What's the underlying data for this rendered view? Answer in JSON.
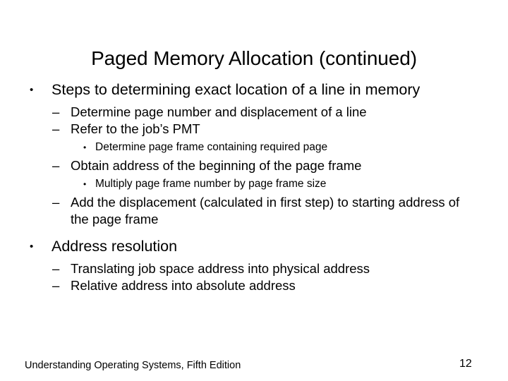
{
  "slide": {
    "title": "Paged Memory Allocation (continued)",
    "page_number": "12",
    "footer": "Understanding Operating Systems, Fifth Edition",
    "markers": {
      "level1": "•",
      "level2": "–",
      "level3": "•"
    },
    "content": [
      {
        "level": 1,
        "text": "Steps to determining exact location of a line in memory"
      },
      {
        "level": 2,
        "text": "Determine page number and displacement of a line"
      },
      {
        "level": 2,
        "text": "Refer to the job’s PMT"
      },
      {
        "level": 3,
        "text": "Determine page frame containing required page"
      },
      {
        "level": 2,
        "text": "Obtain address of the beginning of the page frame"
      },
      {
        "level": 3,
        "text": "Multiply page frame number by page frame size"
      },
      {
        "level": 2,
        "text": "Add the displacement (calculated in first step) to starting address of the page frame"
      },
      {
        "level": 1,
        "text": "Address resolution"
      },
      {
        "level": 2,
        "text": "Translating job space address into physical address"
      },
      {
        "level": 2,
        "text": "Relative address into absolute address"
      }
    ]
  }
}
